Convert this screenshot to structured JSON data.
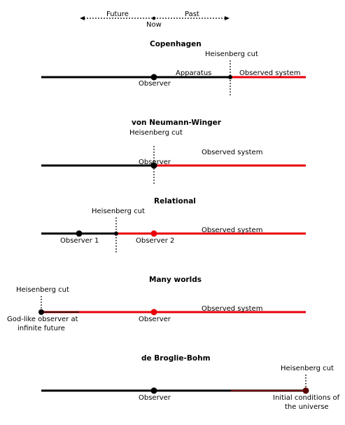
{
  "timeline": {
    "future": "Future",
    "past": "Past",
    "now": "Now"
  },
  "colors": {
    "black": "#000000",
    "red": "#e8000b",
    "text": "#000000",
    "background": "#ffffff"
  },
  "sections": [
    {
      "title": "Copenhagen",
      "labels": {
        "cut": "Heisenberg cut",
        "apparatus": "Apparatus",
        "observed": "Observed system",
        "observer": "Observer"
      }
    },
    {
      "title": "von Neumann-Winger",
      "labels": {
        "cut": "Heisenberg cut",
        "observed": "Observed system",
        "observer": "Observer"
      }
    },
    {
      "title": "Relational",
      "labels": {
        "cut": "Heisenberg cut",
        "observed": "Observed system",
        "observer1": "Observer 1",
        "observer2": "Observer 2"
      }
    },
    {
      "title": "Many worlds",
      "labels": {
        "cut": "Heisenberg cut",
        "observed": "Observed system",
        "observer": "Observer",
        "godlike_line1": "God-like observer at",
        "godlike_line2": "infinite future"
      }
    },
    {
      "title": "de Broglie-Bohm",
      "labels": {
        "cut": "Heisenberg cut",
        "observer": "Observer",
        "initial_line1": "Initial conditions of",
        "initial_line2": "the universe"
      }
    }
  ]
}
